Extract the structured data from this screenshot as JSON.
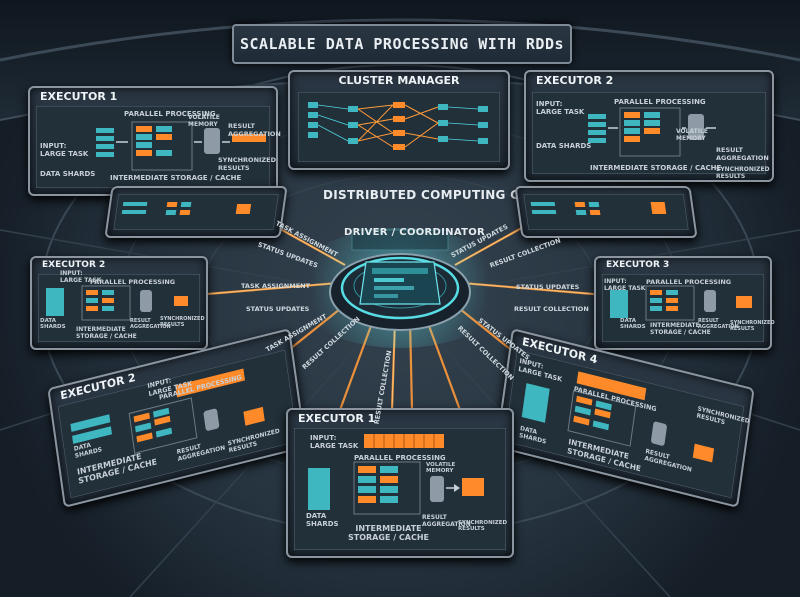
{
  "title": "SCALABLE DATA PROCESSING WITH RDDs",
  "cluster_label": "DISTRIBUTED COMPUTING CLUSTER",
  "cluster_manager": {
    "title": "CLUSTER MANAGER"
  },
  "driver": {
    "title": "DRIVER / COORDINATOR"
  },
  "executors": {
    "top_left": {
      "title": "EXECUTOR 1",
      "input": "INPUT:\nLARGE TASK",
      "shards": "DATA SHARDS",
      "parallel": "PARALLEL PROCESSING",
      "memory": "VOLATILE\nMEMORY",
      "storage": "INTERMEDIATE STORAGE / CACHE",
      "result": "RESULT\nAGGREGATION",
      "sync": "SYNCHRONIZED\nRESULTS"
    },
    "top_right": {
      "title": "EXECUTOR 2",
      "input": "INPUT:\nLARGE TASK",
      "shards": "DATA SHARDS",
      "parallel": "PARALLEL PROCESSING",
      "memory": "VOLATILE\nMEMORY",
      "storage": "INTERMEDIATE STORAGE / CACHE",
      "result": "RESULT\nAGGREGATION",
      "sync": "SYNCHRONIZED\nRESULTS"
    },
    "mid_left": {
      "title": "EXECUTOR 2",
      "input": "INPUT:\nLARGE TASK",
      "parallel": "PARALLEL PROCESSING",
      "shards": "DATA\nSHARDS",
      "storage": "INTERMEDIATE\nSTORAGE / CACHE",
      "result": "RESULT\nAGGREGATION",
      "sync": "SYNCHRONIZED\nRESULTS"
    },
    "mid_right": {
      "title": "EXECUTOR 3",
      "input": "INPUT:\nLARGE TASK",
      "parallel": "PARALLEL PROCESSING",
      "shards": "DATA\nSHARDS",
      "storage": "INTERMEDIATE\nSTORAGE / CACHE",
      "result": "RESULT\nAGGREGATION",
      "sync": "SYNCHRONIZED\nRESULTS"
    },
    "low_left": {
      "title": "EXECUTOR 2",
      "input": "INPUT:\nLARGE TASK",
      "parallel": "PARALLEL PROCESSING",
      "shards": "DATA\nSHARDS",
      "storage": "INTERMEDIATE\nSTORAGE / CACHE",
      "result": "RESULT\nAGGREGATION",
      "sync": "SYNCHRONIZED\nRESULTS"
    },
    "low_right": {
      "title": "EXECUTOR 4",
      "input": "INPUT:\nLARGE TASK",
      "parallel": "PARALLEL PROCESSING",
      "shards": "DATA\nSHARDS",
      "storage": "INTERMEDIATE\nSTORAGE / CACHE",
      "result": "RESULT\nAGGREGATION",
      "sync": "SYNCHRONIZED\nRESULTS"
    },
    "bottom": {
      "title": "EXECUTOR 1",
      "input": "INPUT:\nLARGE TASK",
      "parallel": "PARALLEL PROCESSING",
      "shards": "DATA\nSHARDS",
      "memory": "VOLATILE\nMEMORY",
      "storage": "INTERMEDIATE\nSTORAGE / CACHE",
      "result": "RESULT\nAGGREGATION",
      "sync": "SYNCHRONIZED\nRESULTS"
    }
  },
  "links": {
    "task_assignment": "TASK ASSIGNMENT",
    "status_updates": "STATUS UPDATES",
    "result_collection": "RESULT COLLECTION"
  },
  "colors": {
    "accent_orange": "#ff8a2a",
    "accent_cyan": "#4fd6e0",
    "panel_border": "#8a959f",
    "background": "#1a2430"
  }
}
